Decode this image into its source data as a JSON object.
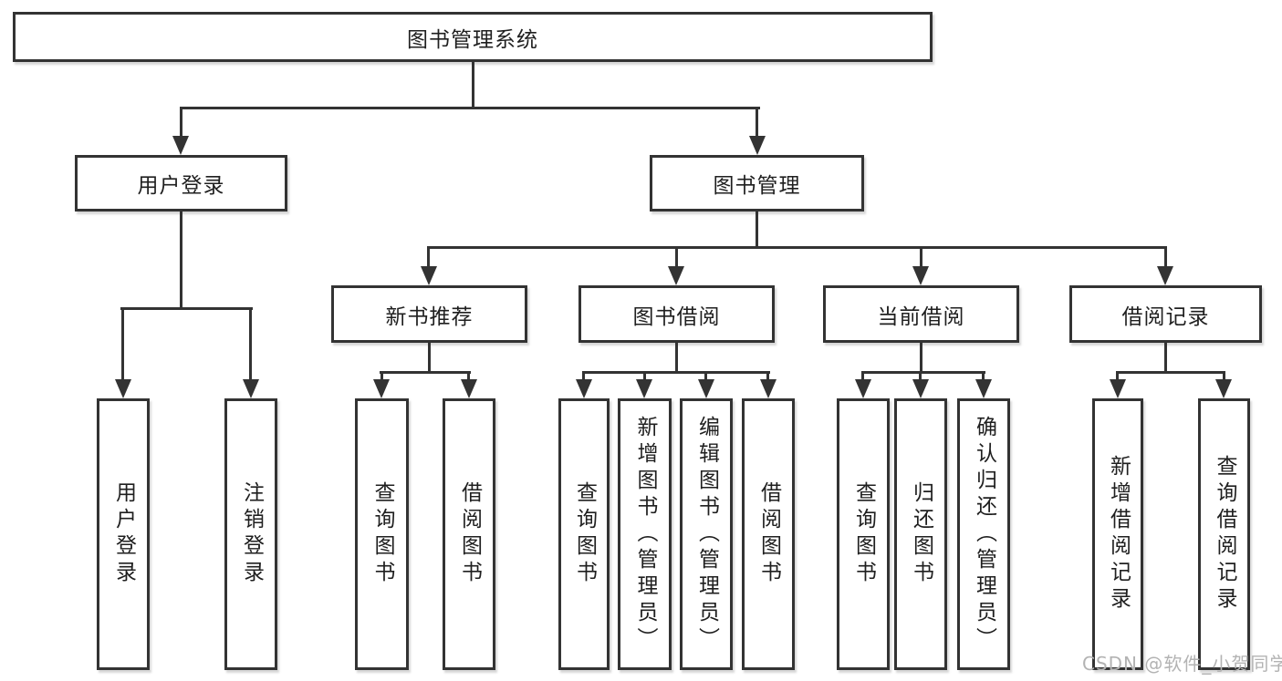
{
  "diagram": {
    "root": {
      "label": "图书管理系统"
    },
    "level1": [
      {
        "label": "用户登录"
      },
      {
        "label": "图书管理"
      }
    ],
    "level2": [
      {
        "label": "新书推荐",
        "parent": "图书管理"
      },
      {
        "label": "图书借阅",
        "parent": "图书管理"
      },
      {
        "label": "当前借阅",
        "parent": "图书管理"
      },
      {
        "label": "借阅记录",
        "parent": "图书管理"
      }
    ],
    "leaves": [
      {
        "label": "用户登录",
        "parent": "用户登录"
      },
      {
        "label": "注销登录",
        "parent": "用户登录"
      },
      {
        "label": "查询图书",
        "parent": "新书推荐"
      },
      {
        "label": "借阅图书",
        "parent": "新书推荐"
      },
      {
        "label": "查询图书",
        "parent": "图书借阅"
      },
      {
        "label": "新增图书（管理员）",
        "parent": "图书借阅"
      },
      {
        "label": "编辑图书（管理员）",
        "parent": "图书借阅"
      },
      {
        "label": "借阅图书",
        "parent": "图书借阅"
      },
      {
        "label": "查询图书",
        "parent": "当前借阅"
      },
      {
        "label": "归还图书",
        "parent": "当前借阅"
      },
      {
        "label": "确认归还（管理员）",
        "parent": "当前借阅"
      },
      {
        "label": "新增借阅记录",
        "parent": "借阅记录"
      },
      {
        "label": "查询借阅记录",
        "parent": "借阅记录"
      }
    ],
    "watermark": "CSDN @软件_小贺同学",
    "colors": {
      "line": "#333333",
      "box_border": "#333333",
      "text": "#1f1f1f",
      "watermark": "#b3b3b3",
      "background": "#ffffff"
    }
  }
}
